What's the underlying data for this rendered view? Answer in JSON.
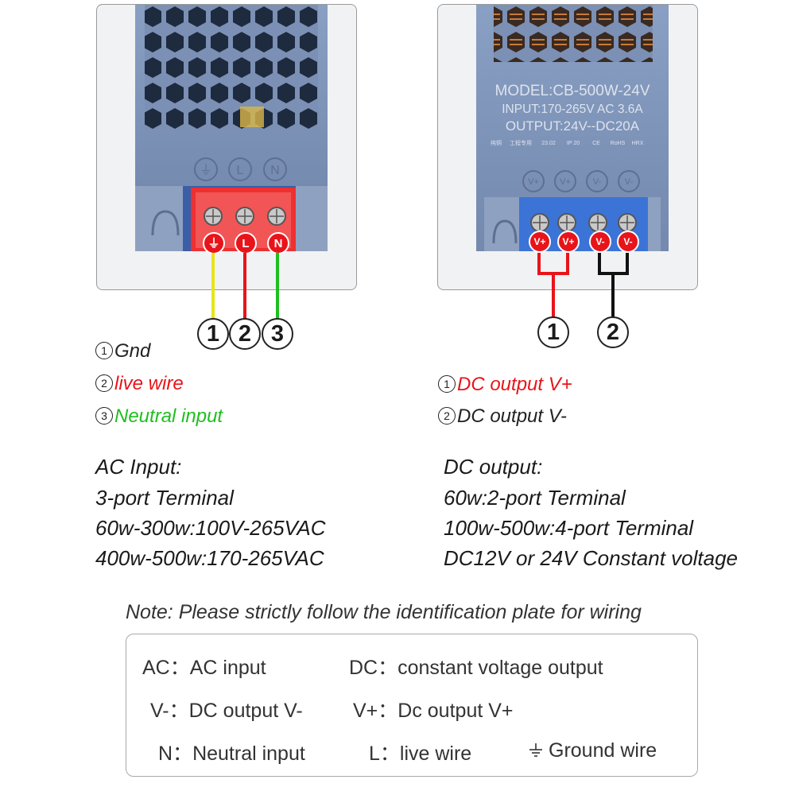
{
  "ac_photo": {
    "terminal_marks": [
      "⏚",
      "L",
      "N"
    ],
    "terminal_badges": [
      "⏚",
      "L",
      "N"
    ],
    "wire_numbers": [
      "1",
      "2",
      "3"
    ]
  },
  "dc_photo": {
    "plate_lines": [
      "MODEL:CB-500W-24V",
      "INPUT:170-265V AC 3.6A",
      "OUTPUT:24V--DC20A"
    ],
    "plate_small": [
      "纯铜",
      "工程专用",
      "23.02",
      "IP 20",
      "CE",
      "RoHS",
      "HRX"
    ],
    "terminal_marks": [
      "V+",
      "V+",
      "V-",
      "V-"
    ],
    "terminal_badges": [
      "V+",
      "V+",
      "V-",
      "V-"
    ],
    "wire_numbers": [
      "1",
      "2"
    ]
  },
  "ac_legend": [
    {
      "num": "1",
      "text": "Gnd",
      "color": "#222222"
    },
    {
      "num": "2",
      "text": "live wire",
      "color": "#e8141a"
    },
    {
      "num": "3",
      "text": "Neutral input",
      "color": "#1fbf1f"
    }
  ],
  "dc_legend": [
    {
      "num": "1",
      "text": "DC output V+",
      "color": "#e8141a"
    },
    {
      "num": "2",
      "text": "DC output V-",
      "color": "#222222"
    }
  ],
  "ac_specs": [
    "AC Input:",
    "3-port Terminal",
    "60w-300w:100V-265VAC",
    "400w-500w:170-265VAC"
  ],
  "dc_specs": [
    "DC output:",
    "60w:2-port Terminal",
    "100w-500w:4-port Terminal",
    "DC12V or 24V Constant voltage"
  ],
  "note": "Note: Please strictly follow the identification plate for wiring",
  "legend_box": {
    "ac_key": "AC：",
    "ac_val": "AC input",
    "dc_key": "DC：",
    "dc_val": "constant voltage output",
    "vminus_key": "V-：",
    "vminus_val": "DC output V-",
    "vplus_key": "V+：",
    "vplus_val": "Dc output V+",
    "n_key": "N：",
    "n_val": "Neutral input",
    "l_key": "L：",
    "l_val": "live wire",
    "ground_val": "Ground wire"
  },
  "colors": {
    "live": "#e8141a",
    "neutral": "#1fbf1f",
    "ground": "#e6e619",
    "dc_negative": "#111111",
    "case_blue": "#7e93b7",
    "terminal_red": "#ee3030",
    "terminal_blue": "#3b74d6"
  }
}
